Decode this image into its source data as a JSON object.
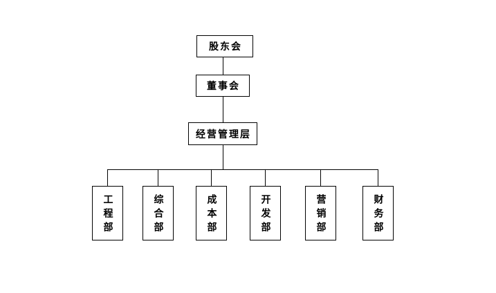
{
  "page": {
    "background_color": "#ffffff"
  },
  "org_chart": {
    "type": "org-tree",
    "line_color": "#000000",
    "box_border_color": "#000000",
    "text_color": "#000000",
    "levels": [
      {
        "label": "股东会"
      },
      {
        "label": "董事会"
      },
      {
        "label": "经营管理层"
      }
    ],
    "departments": [
      {
        "label": "工程部"
      },
      {
        "label": "综合部"
      },
      {
        "label": "成本部"
      },
      {
        "label": "开发部"
      },
      {
        "label": "营销部"
      },
      {
        "label": "财务部"
      }
    ]
  }
}
